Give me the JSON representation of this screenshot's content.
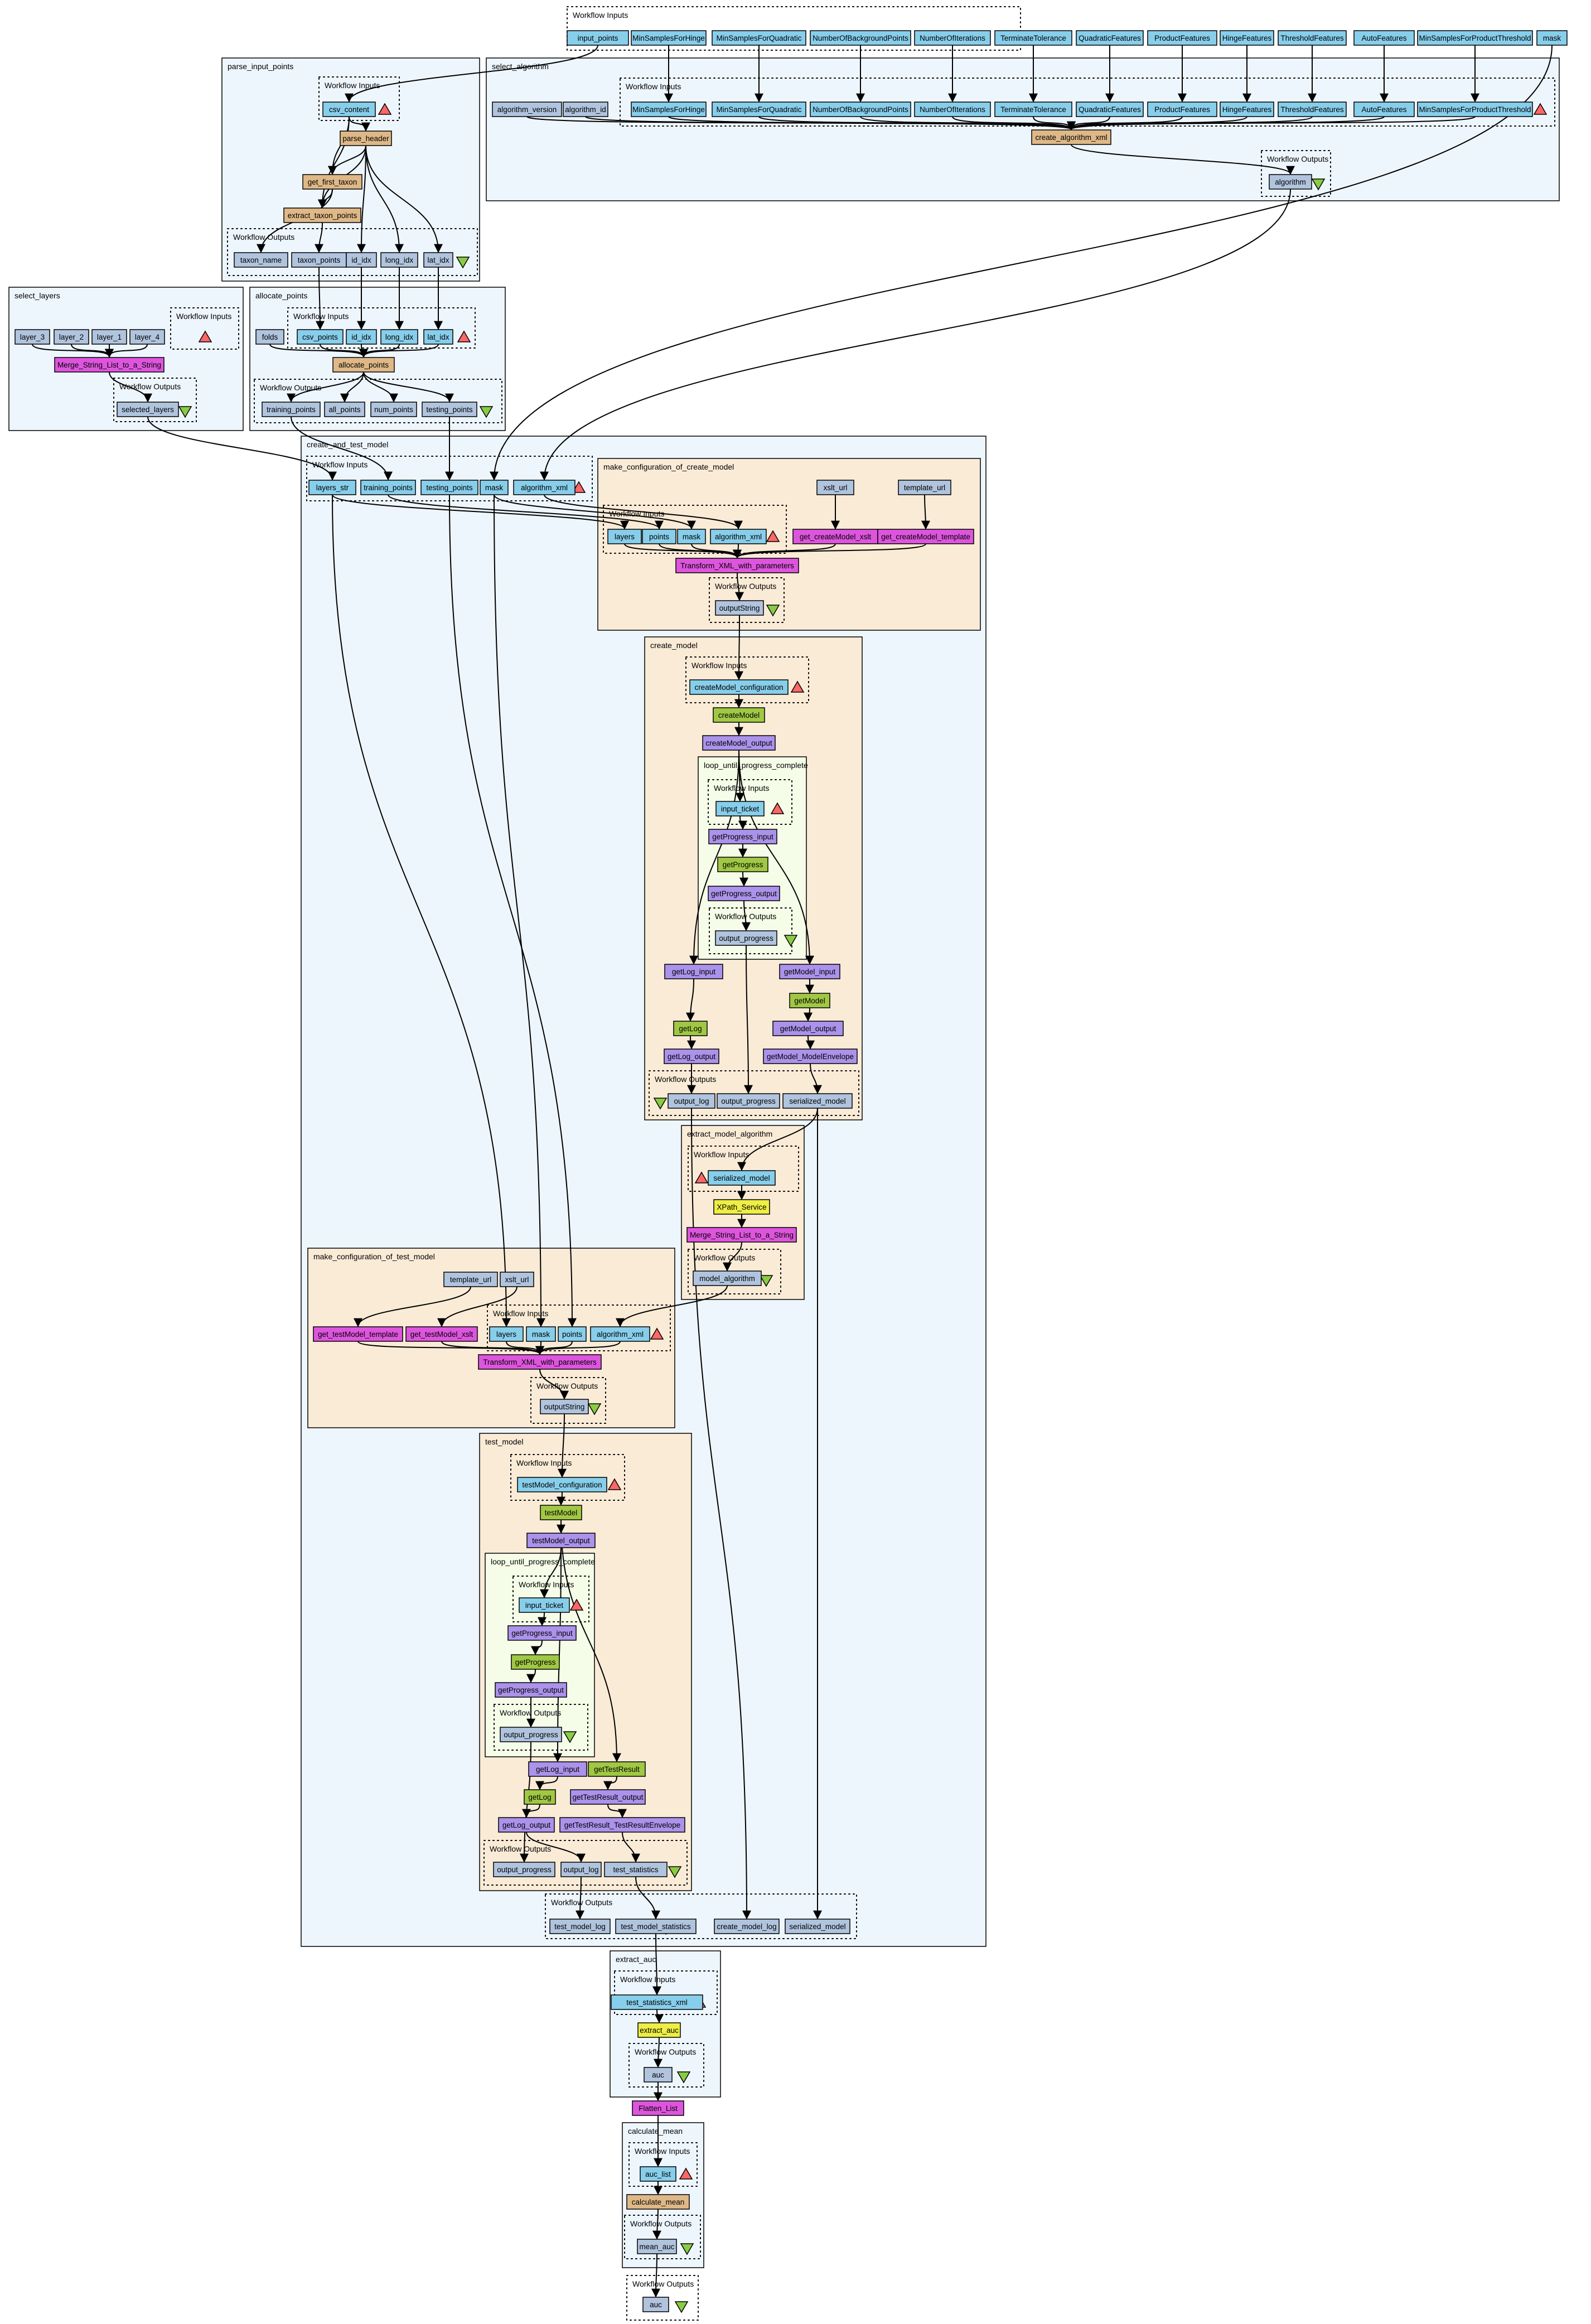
{
  "palette": {
    "workflow_input": "#87ceeb",
    "workflow_output": "#b0c4de",
    "const_value": "#b0c4de",
    "beanshell": "#deb887",
    "local_worker": "#dd55dd",
    "wsdl": "#a0c844",
    "xml_splitter": "#ab92ea",
    "xpath": "#eeee44",
    "blue_cluster": "#eef6fd",
    "tan_cluster": "#faebd7",
    "loop_cluster": "#f5fce8",
    "input_triangle": "#ff6666",
    "output_triangle": "#88cc44"
  },
  "clusters": [
    {
      "key": "top_inputs",
      "label": "Workflow Inputs",
      "style": "port"
    },
    {
      "key": "parse",
      "label": "parse_input_points",
      "style": "blue"
    },
    {
      "key": "parse_in",
      "label": "Workflow Inputs",
      "style": "port"
    },
    {
      "key": "parse_out",
      "label": "Workflow Outputs",
      "style": "port"
    },
    {
      "key": "selalg",
      "label": "select_algorithm",
      "style": "blue"
    },
    {
      "key": "selalg_in",
      "label": "Workflow Inputs",
      "style": "port"
    },
    {
      "key": "selalg_out",
      "label": "Workflow Outputs",
      "style": "port"
    },
    {
      "key": "sellay",
      "label": "select_layers",
      "style": "blue"
    },
    {
      "key": "sellay_in",
      "label": "Workflow Inputs",
      "style": "port"
    },
    {
      "key": "sellay_out",
      "label": "Workflow Outputs",
      "style": "port"
    },
    {
      "key": "alloc",
      "label": "allocate_points",
      "style": "blue"
    },
    {
      "key": "alloc_in",
      "label": "Workflow Inputs",
      "style": "port"
    },
    {
      "key": "alloc_out",
      "label": "Workflow Outputs",
      "style": "port"
    },
    {
      "key": "cat",
      "label": "create_and_test_model",
      "style": "blue"
    },
    {
      "key": "cat_in",
      "label": "Workflow Inputs",
      "style": "port"
    },
    {
      "key": "mcc",
      "label": "make_configuration_of_create_model",
      "style": "tan"
    },
    {
      "key": "mcc_in",
      "label": "Workflow Inputs",
      "style": "port"
    },
    {
      "key": "mcc_out",
      "label": "Workflow Outputs",
      "style": "port"
    },
    {
      "key": "cm",
      "label": "create_model",
      "style": "tan"
    },
    {
      "key": "cm_in",
      "label": "Workflow Inputs",
      "style": "port"
    },
    {
      "key": "cm_loop",
      "label": "loop_until_progress_complete",
      "style": "loop"
    },
    {
      "key": "cm_loop_in",
      "label": "Workflow Inputs",
      "style": "port"
    },
    {
      "key": "cm_loop_out",
      "label": "Workflow Outputs",
      "style": "port"
    },
    {
      "key": "cm_out",
      "label": "Workflow Outputs",
      "style": "port"
    },
    {
      "key": "ema",
      "label": "extract_model_algorithm",
      "style": "tan"
    },
    {
      "key": "ema_in",
      "label": "Workflow Inputs",
      "style": "port"
    },
    {
      "key": "ema_out",
      "label": "Workflow Outputs",
      "style": "port"
    },
    {
      "key": "mct",
      "label": "make_configuration_of_test_model",
      "style": "tan"
    },
    {
      "key": "mct_in",
      "label": "Workflow Inputs",
      "style": "port"
    },
    {
      "key": "mct_out",
      "label": "Workflow Outputs",
      "style": "port"
    },
    {
      "key": "tm",
      "label": "test_model",
      "style": "tan"
    },
    {
      "key": "tm_in",
      "label": "Workflow Inputs",
      "style": "port"
    },
    {
      "key": "tm_loop",
      "label": "loop_until_progress_complete",
      "style": "loop"
    },
    {
      "key": "tm_loop_in",
      "label": "Workflow Inputs",
      "style": "port"
    },
    {
      "key": "tm_loop_out",
      "label": "Workflow Outputs",
      "style": "port"
    },
    {
      "key": "tm_out",
      "label": "Workflow Outputs",
      "style": "port"
    },
    {
      "key": "cat_out",
      "label": "Workflow Outputs",
      "style": "port"
    },
    {
      "key": "eauc",
      "label": "extract_auc",
      "style": "blue"
    },
    {
      "key": "eauc_in",
      "label": "Workflow Inputs",
      "style": "port"
    },
    {
      "key": "eauc_out",
      "label": "Workflow Outputs",
      "style": "port"
    },
    {
      "key": "cmean",
      "label": "calculate_mean",
      "style": "blue"
    },
    {
      "key": "cmean_in",
      "label": "Workflow Inputs",
      "style": "port"
    },
    {
      "key": "cmean_out",
      "label": "Workflow Outputs",
      "style": "port"
    },
    {
      "key": "final_out",
      "label": "Workflow Outputs",
      "style": "port"
    }
  ],
  "nodes": [
    {
      "key": "t_input_points",
      "label": "input_points",
      "kind": "in"
    },
    {
      "key": "t_msh",
      "label": "MinSamplesForHinge",
      "kind": "in"
    },
    {
      "key": "t_msq",
      "label": "MinSamplesForQuadratic",
      "kind": "in"
    },
    {
      "key": "t_nbp",
      "label": "NumberOfBackgroundPoints",
      "kind": "in"
    },
    {
      "key": "t_noi",
      "label": "NumberOfIterations",
      "kind": "in"
    },
    {
      "key": "t_tt",
      "label": "TerminateTolerance",
      "kind": "in"
    },
    {
      "key": "t_qf",
      "label": "QuadraticFeatures",
      "kind": "in"
    },
    {
      "key": "t_pf",
      "label": "ProductFeatures",
      "kind": "in"
    },
    {
      "key": "t_hf",
      "label": "HingeFeatures",
      "kind": "in"
    },
    {
      "key": "t_tf",
      "label": "ThresholdFeatures",
      "kind": "in"
    },
    {
      "key": "t_af",
      "label": "AutoFeatures",
      "kind": "in"
    },
    {
      "key": "t_mspt",
      "label": "MinSamplesForProductThreshold",
      "kind": "in"
    },
    {
      "key": "t_mask",
      "label": "mask",
      "kind": "in"
    },
    {
      "key": "p_csv",
      "label": "csv_content",
      "kind": "in"
    },
    {
      "key": "p_ph",
      "label": "parse_header",
      "kind": "bean"
    },
    {
      "key": "p_gft",
      "label": "get_first_taxon",
      "kind": "bean"
    },
    {
      "key": "p_etp",
      "label": "extract_taxon_points",
      "kind": "bean"
    },
    {
      "key": "p_o_tn",
      "label": "taxon_name",
      "kind": "out"
    },
    {
      "key": "p_o_tp",
      "label": "taxon_points",
      "kind": "out"
    },
    {
      "key": "p_o_id",
      "label": "id_idx",
      "kind": "out"
    },
    {
      "key": "p_o_long",
      "label": "long_idx",
      "kind": "out"
    },
    {
      "key": "p_o_lat",
      "label": "lat_idx",
      "kind": "out"
    },
    {
      "key": "s_av",
      "label": "algorithm_version",
      "kind": "const"
    },
    {
      "key": "s_aid",
      "label": "algorithm_id",
      "kind": "const"
    },
    {
      "key": "s_msh",
      "label": "MinSamplesForHinge",
      "kind": "in"
    },
    {
      "key": "s_msq",
      "label": "MinSamplesForQuadratic",
      "kind": "in"
    },
    {
      "key": "s_nbp",
      "label": "NumberOfBackgroundPoints",
      "kind": "in"
    },
    {
      "key": "s_noi",
      "label": "NumberOfIterations",
      "kind": "in"
    },
    {
      "key": "s_tt",
      "label": "TerminateTolerance",
      "kind": "in"
    },
    {
      "key": "s_qf",
      "label": "QuadraticFeatures",
      "kind": "in"
    },
    {
      "key": "s_pf",
      "label": "ProductFeatures",
      "kind": "in"
    },
    {
      "key": "s_hf",
      "label": "HingeFeatures",
      "kind": "in"
    },
    {
      "key": "s_tf",
      "label": "ThresholdFeatures",
      "kind": "in"
    },
    {
      "key": "s_af",
      "label": "AutoFeatures",
      "kind": "in"
    },
    {
      "key": "s_mspt",
      "label": "MinSamplesForProductThreshold",
      "kind": "in"
    },
    {
      "key": "s_cax",
      "label": "create_algorithm_xml",
      "kind": "bean"
    },
    {
      "key": "s_o_alg",
      "label": "algorithm",
      "kind": "out"
    },
    {
      "key": "l_l3",
      "label": "layer_3",
      "kind": "const"
    },
    {
      "key": "l_l2",
      "label": "layer_2",
      "kind": "const"
    },
    {
      "key": "l_l1",
      "label": "layer_1",
      "kind": "const"
    },
    {
      "key": "l_l4",
      "label": "layer_4",
      "kind": "const"
    },
    {
      "key": "l_merge",
      "label": "Merge_String_List_to_a_String",
      "kind": "local"
    },
    {
      "key": "l_o_sl",
      "label": "selected_layers",
      "kind": "out"
    },
    {
      "key": "a_folds",
      "label": "folds",
      "kind": "const"
    },
    {
      "key": "a_csv",
      "label": "csv_points",
      "kind": "in"
    },
    {
      "key": "a_id",
      "label": "id_idx",
      "kind": "in"
    },
    {
      "key": "a_long",
      "label": "long_idx",
      "kind": "in"
    },
    {
      "key": "a_lat",
      "label": "lat_idx",
      "kind": "in"
    },
    {
      "key": "a_ap",
      "label": "allocate_points",
      "kind": "bean"
    },
    {
      "key": "a_o_tr",
      "label": "training_points",
      "kind": "out"
    },
    {
      "key": "a_o_all",
      "label": "all_points",
      "kind": "out"
    },
    {
      "key": "a_o_num",
      "label": "num_points",
      "kind": "out"
    },
    {
      "key": "a_o_te",
      "label": "testing_points",
      "kind": "out"
    },
    {
      "key": "c_layers",
      "label": "layers_str",
      "kind": "in"
    },
    {
      "key": "c_tr",
      "label": "training_points",
      "kind": "in"
    },
    {
      "key": "c_te",
      "label": "testing_points",
      "kind": "in"
    },
    {
      "key": "c_mask",
      "label": "mask",
      "kind": "in"
    },
    {
      "key": "c_alg",
      "label": "algorithm_xml",
      "kind": "in"
    },
    {
      "key": "m1_xslt",
      "label": "xslt_url",
      "kind": "const"
    },
    {
      "key": "m1_tmpl",
      "label": "template_url",
      "kind": "const"
    },
    {
      "key": "m1_layers",
      "label": "layers",
      "kind": "in"
    },
    {
      "key": "m1_points",
      "label": "points",
      "kind": "in"
    },
    {
      "key": "m1_mask",
      "label": "mask",
      "kind": "in"
    },
    {
      "key": "m1_alg",
      "label": "algorithm_xml",
      "kind": "in"
    },
    {
      "key": "m1_gx",
      "label": "get_createModel_xslt",
      "kind": "local"
    },
    {
      "key": "m1_gt",
      "label": "get_createModel_template",
      "kind": "local"
    },
    {
      "key": "m1_tx",
      "label": "Transform_XML_with_parameters",
      "kind": "local"
    },
    {
      "key": "m1_o",
      "label": "outputString",
      "kind": "out"
    },
    {
      "key": "cm_cfg",
      "label": "createModel_configuration",
      "kind": "in"
    },
    {
      "key": "cm_cm",
      "label": "createModel",
      "kind": "wsdl"
    },
    {
      "key": "cm_cmo",
      "label": "createModel_output",
      "kind": "split"
    },
    {
      "key": "cm_it",
      "label": "input_ticket",
      "kind": "in"
    },
    {
      "key": "cm_gpi",
      "label": "getProgress_input",
      "kind": "split"
    },
    {
      "key": "cm_gp",
      "label": "getProgress",
      "kind": "wsdl"
    },
    {
      "key": "cm_gpo",
      "label": "getProgress_output",
      "kind": "split"
    },
    {
      "key": "cm_op",
      "label": "output_progress",
      "kind": "out"
    },
    {
      "key": "cm_gli",
      "label": "getLog_input",
      "kind": "split"
    },
    {
      "key": "cm_gmi",
      "label": "getModel_input",
      "kind": "split"
    },
    {
      "key": "cm_gm",
      "label": "getModel",
      "kind": "wsdl"
    },
    {
      "key": "cm_gl",
      "label": "getLog",
      "kind": "wsdl"
    },
    {
      "key": "cm_gmo",
      "label": "getModel_output",
      "kind": "split"
    },
    {
      "key": "cm_glo",
      "label": "getLog_output",
      "kind": "split"
    },
    {
      "key": "cm_gme",
      "label": "getModel_ModelEnvelope",
      "kind": "split"
    },
    {
      "key": "cm_o_log",
      "label": "output_log",
      "kind": "out"
    },
    {
      "key": "cm_o_prog",
      "label": "output_progress",
      "kind": "out"
    },
    {
      "key": "cm_o_sm",
      "label": "serialized_model",
      "kind": "out"
    },
    {
      "key": "e_sm",
      "label": "serialized_model",
      "kind": "in"
    },
    {
      "key": "e_xp",
      "label": "XPath_Service",
      "kind": "xpath"
    },
    {
      "key": "e_merge",
      "label": "Merge_String_List_to_a_String",
      "kind": "local"
    },
    {
      "key": "e_o",
      "label": "model_algorithm",
      "kind": "out"
    },
    {
      "key": "m2_tmpl",
      "label": "template_url",
      "kind": "const"
    },
    {
      "key": "m2_xslt",
      "label": "xslt_url",
      "kind": "const"
    },
    {
      "key": "m2_gt",
      "label": "get_testModel_template",
      "kind": "local"
    },
    {
      "key": "m2_gx",
      "label": "get_testModel_xslt",
      "kind": "local"
    },
    {
      "key": "m2_layers",
      "label": "layers",
      "kind": "in"
    },
    {
      "key": "m2_mask",
      "label": "mask",
      "kind": "in"
    },
    {
      "key": "m2_points",
      "label": "points",
      "kind": "in"
    },
    {
      "key": "m2_alg",
      "label": "algorithm_xml",
      "kind": "in"
    },
    {
      "key": "m2_tx",
      "label": "Transform_XML_with_parameters",
      "kind": "local"
    },
    {
      "key": "m2_o",
      "label": "outputString",
      "kind": "out"
    },
    {
      "key": "tm_cfg",
      "label": "testModel_configuration",
      "kind": "in"
    },
    {
      "key": "tm_tm",
      "label": "testModel",
      "kind": "wsdl"
    },
    {
      "key": "tm_tmo",
      "label": "testModel_output",
      "kind": "split"
    },
    {
      "key": "tm_it",
      "label": "input_ticket",
      "kind": "in"
    },
    {
      "key": "tm_gpi",
      "label": "getProgress_input",
      "kind": "split"
    },
    {
      "key": "tm_gp",
      "label": "getProgress",
      "kind": "wsdl"
    },
    {
      "key": "tm_gpo",
      "label": "getProgress_output",
      "kind": "split"
    },
    {
      "key": "tm_op",
      "label": "output_progress",
      "kind": "out"
    },
    {
      "key": "tm_gli",
      "label": "getLog_input",
      "kind": "split"
    },
    {
      "key": "tm_gtr",
      "label": "getTestResult",
      "kind": "wsdl"
    },
    {
      "key": "tm_gl",
      "label": "getLog",
      "kind": "wsdl"
    },
    {
      "key": "tm_gtro",
      "label": "getTestResult_output",
      "kind": "split"
    },
    {
      "key": "tm_glo",
      "label": "getLog_output",
      "kind": "split"
    },
    {
      "key": "tm_gtre",
      "label": "getTestResult_TestResultEnvelope",
      "kind": "split"
    },
    {
      "key": "tm_o_prog",
      "label": "output_progress",
      "kind": "out"
    },
    {
      "key": "tm_o_log",
      "label": "output_log",
      "kind": "out"
    },
    {
      "key": "tm_o_stat",
      "label": "test_statistics",
      "kind": "out"
    },
    {
      "key": "co_tml",
      "label": "test_model_log",
      "kind": "out"
    },
    {
      "key": "co_tms",
      "label": "test_model_statistics",
      "kind": "out"
    },
    {
      "key": "co_cml",
      "label": "create_model_log",
      "kind": "out"
    },
    {
      "key": "co_sm",
      "label": "serialized_model",
      "kind": "out"
    },
    {
      "key": "x_tsx",
      "label": "test_statistics_xml",
      "kind": "in"
    },
    {
      "key": "x_ea",
      "label": "extract_auc",
      "kind": "xpath"
    },
    {
      "key": "x_o_auc",
      "label": "auc",
      "kind": "out"
    },
    {
      "key": "flatten",
      "label": "Flatten_List",
      "kind": "local"
    },
    {
      "key": "k_al",
      "label": "auc_list",
      "kind": "in"
    },
    {
      "key": "k_cm",
      "label": "calculate_mean",
      "kind": "bean"
    },
    {
      "key": "k_o",
      "label": "mean_auc",
      "kind": "out"
    },
    {
      "key": "f_auc",
      "label": "auc",
      "kind": "out"
    }
  ]
}
